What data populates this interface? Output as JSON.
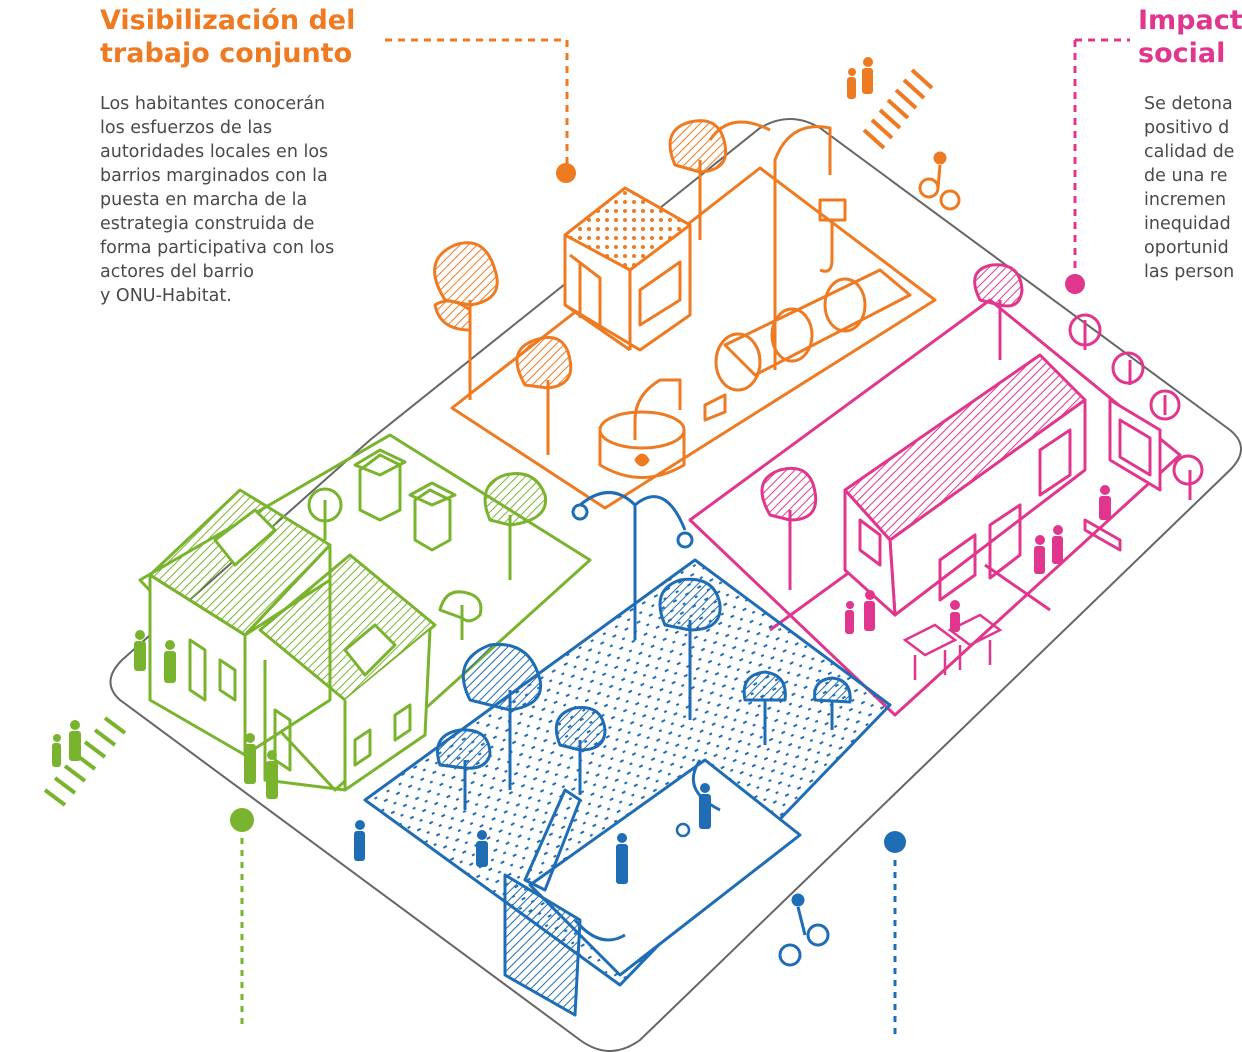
{
  "callouts": {
    "orange": {
      "heading_line1": "Visibilización del",
      "heading_line2": "trabajo conjunto",
      "lines": [
        "Los habitantes conocerán",
        "los esfuerzos de las",
        "autoridades locales en los",
        "barrios marginados con la",
        "puesta en marcha de la",
        "estrategia construida de",
        "forma participativa con los",
        "actores del barrio",
        "y ONU-Habitat."
      ]
    },
    "pink": {
      "heading_line1": "Impact",
      "heading_line2": "social",
      "lines": [
        "Se detona",
        "positivo d",
        "calidad de",
        "de una re",
        "incremen",
        "inequidad",
        "oportunid",
        "las person"
      ]
    }
  },
  "colors": {
    "orange": "#ee7a22",
    "pink": "#e0368e",
    "green": "#7ab32e",
    "blue": "#1f6db5",
    "outline": "#666666",
    "text": "#4a4a4a"
  },
  "icons": [
    "tree-icon",
    "house-icon",
    "kiosk-icon",
    "streetlamp-icon",
    "pipe-icon",
    "water-tank-icon",
    "recycling-bin-icon",
    "billboard-icon",
    "crosswalk-icon",
    "cyclist-icon",
    "person-icon",
    "bench-icon",
    "slide-icon",
    "ball-icon"
  ]
}
